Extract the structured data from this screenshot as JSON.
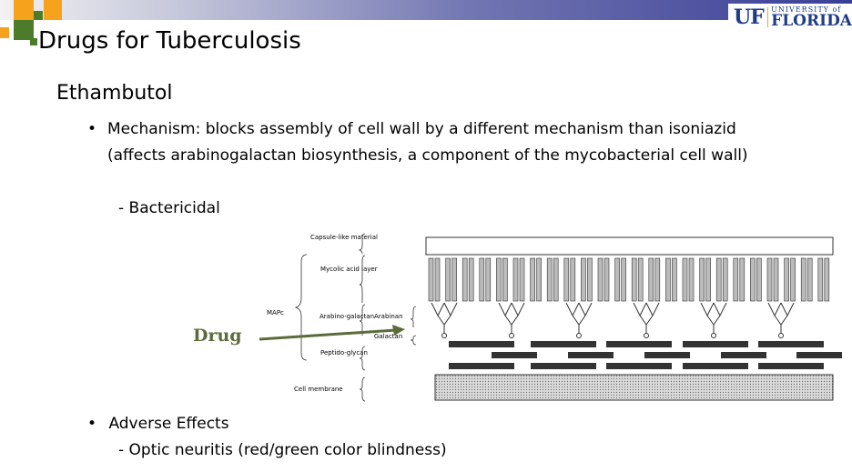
{
  "header": {
    "logo_text": {
      "mark": "UF",
      "university_of": "UNIVERSITY of",
      "florida": "FLORIDA"
    }
  },
  "slide": {
    "title": "Drugs for Tuberculosis",
    "subtitle": "Ethambutol",
    "bullets": [
      {
        "marker": "•",
        "text": "Mechanism:  blocks assembly of cell wall by a different mechanism than isoniazid (affects arabinogalactan biosynthesis, a component of the mycobacterial cell wall)"
      },
      {
        "marker": "•",
        "text": "Adverse Effects"
      }
    ],
    "sub_bullets": [
      {
        "marker": "-",
        "text": "Bactericidal"
      },
      {
        "marker": "-",
        "text": "Optic neuritis (red/green color blindness)"
      }
    ]
  },
  "figure": {
    "labels": {
      "capsule": "Capsule-like material",
      "mycolic": "Mycolic acid layer",
      "mapc": "MAPc",
      "arabinogalactan": "Arabino-galactan",
      "arabinan": "Arabinan",
      "galactan": "Galactan",
      "peptidoglycan": "Peptido-glycan",
      "cell_membrane": "Cell membrane",
      "drug": "Drug"
    },
    "colors": {
      "arrow": "#5b6b3a",
      "bars": "#333333",
      "outline": "#333333"
    }
  }
}
